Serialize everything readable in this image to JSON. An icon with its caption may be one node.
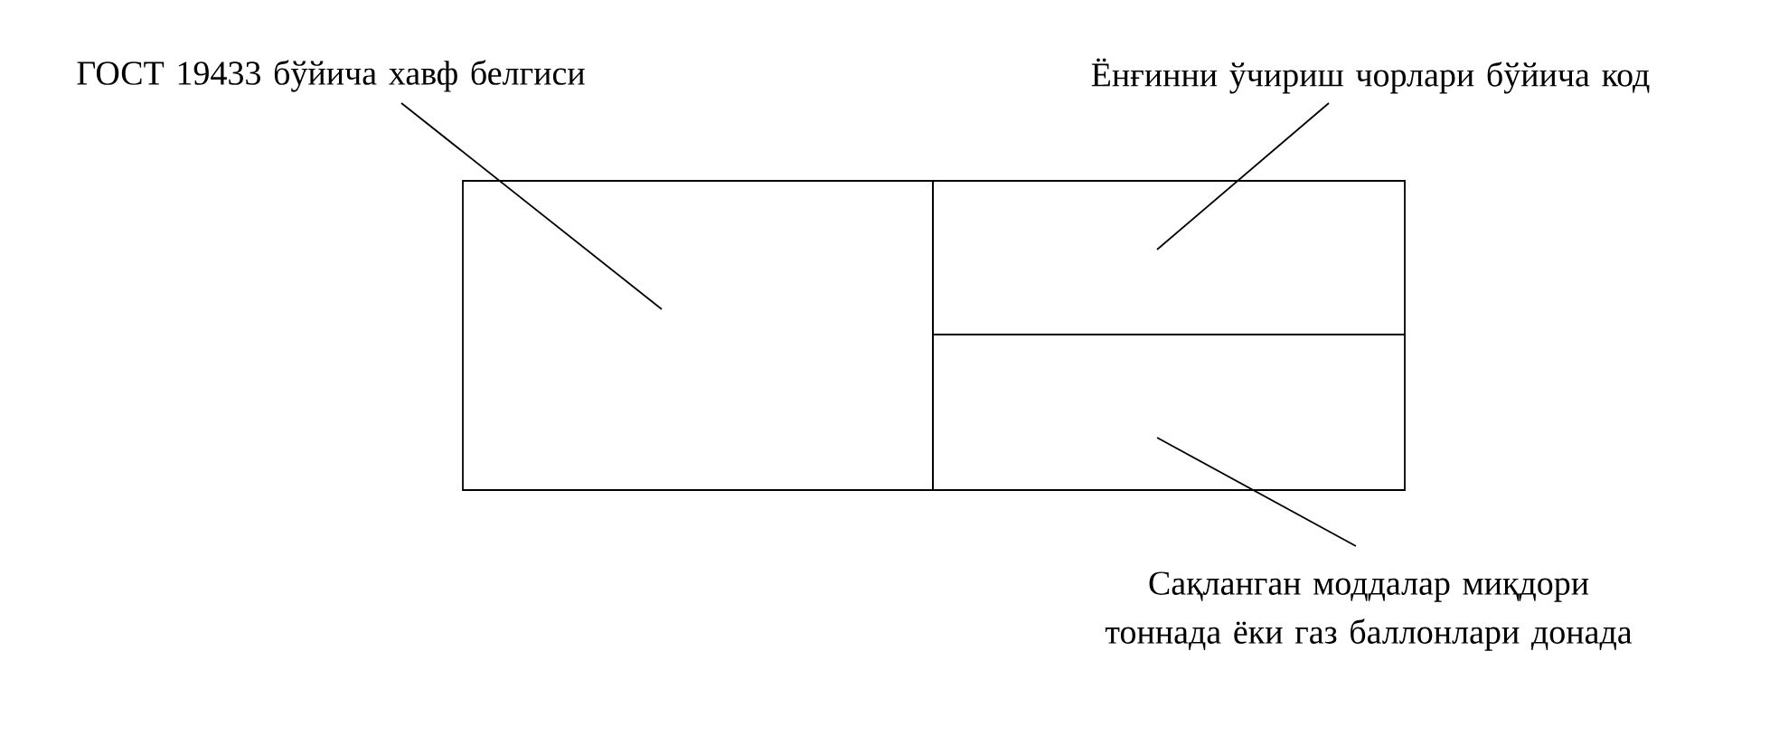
{
  "diagram": {
    "nodes": [
      {
        "text": [
          "ГОСТ 19433 бўйича хавф белгиси"
        ]
      },
      {
        "text": [
          "Ёнғинни ўчириш чорлари бўйича код"
        ]
      },
      {
        "text": [
          "Сақланган моддалар миқдори тоннада ёки газ баллонлари донада"
        ]
      },
      {
        "text": [],
        "shape": "box"
      },
      {
        "text": [],
        "shape": "box"
      },
      {
        "text": [],
        "shape": "box"
      }
    ],
    "edges": [
      {
        "from": 0,
        "to": 3,
        "arrow": "none"
      },
      {
        "from": 1,
        "to": 4,
        "arrow": "none"
      },
      {
        "from": 2,
        "to": 5,
        "arrow": "none"
      }
    ]
  }
}
